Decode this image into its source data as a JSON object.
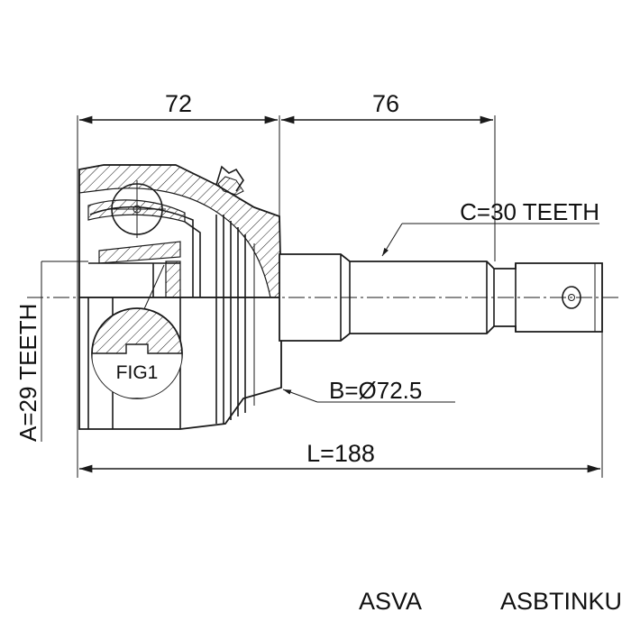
{
  "dimensions": {
    "left_length": "72",
    "right_length": "76",
    "overall_length": "L=188"
  },
  "callouts": {
    "outer_spline": "C=30 TEETH",
    "inner_spline": "A=29 TEETH",
    "abs_diameter": "B=Ø72.5"
  },
  "detail_label": "FIG1",
  "footer": {
    "brand": "ASVA",
    "part_number": "ASBTINKU"
  }
}
